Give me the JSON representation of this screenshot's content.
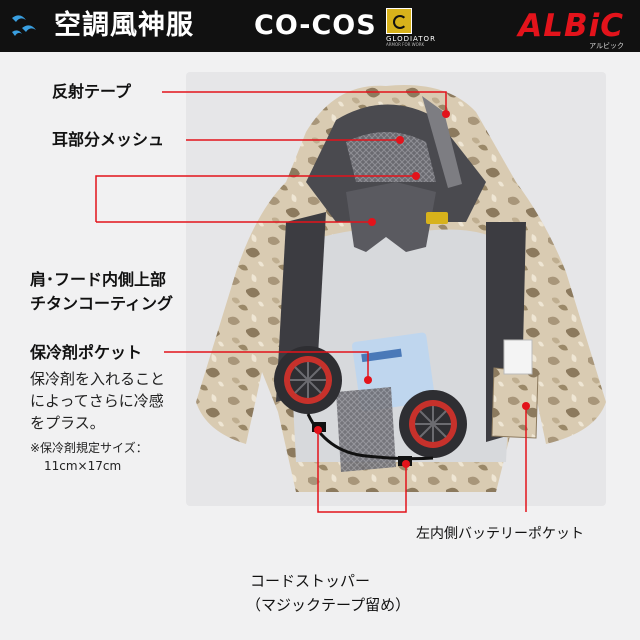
{
  "header": {
    "product_name": "空調風神服",
    "product_sub": "CO-COS",
    "partner_brand": "GLODIATOR",
    "partner_tagline": "ARMOR FOR WORK",
    "maker_logo": "ALBiC",
    "maker_kana": "アルビック",
    "icon": "fan-wind-icon"
  },
  "callouts": {
    "reflective_tape": "反射テープ",
    "ear_mesh": "耳部分メッシュ",
    "titanium_coating_line1": "肩･フード内側上部",
    "titanium_coating_line2": "チタンコーティング",
    "cooling_pocket_title": "保冷剤ポケット",
    "cooling_pocket_desc1": "保冷剤を入れること",
    "cooling_pocket_desc2": "によってさらに冷感",
    "cooling_pocket_desc3": "をプラス。",
    "cooling_pocket_note1": "※保冷剤規定サイズ：",
    "cooling_pocket_note2": "11cm×17cm",
    "battery_pocket": "左内側バッテリーポケット",
    "cord_stopper_line1": "コードストッパー",
    "cord_stopper_line2": "（マジックテープ留め）"
  },
  "colors": {
    "header_bg": "#111111",
    "accent_red": "#e3131b",
    "icon_blue": "#3a9fe0",
    "badge_gold": "#d7b21b",
    "camo_light": "#d9cbb2",
    "camo_dark": "#8c7a5e",
    "lining_gray": "#4a4a4f"
  }
}
